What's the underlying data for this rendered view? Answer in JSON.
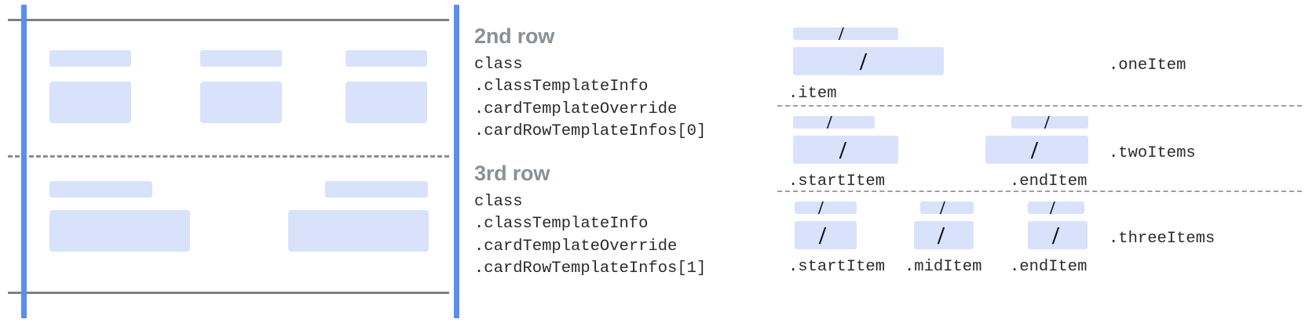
{
  "diagram": {
    "left_panel": {
      "guide_lines": {
        "vertical_color": "#5B8DEF",
        "horizontal_color": "#808080",
        "dashed_color": "#8C8C8C"
      },
      "placeholder_color": "#D8E2FB",
      "rows": [
        {
          "name": "second-row-wireframe",
          "cells": [
            {
              "label_bar": true,
              "content_box": true
            },
            {
              "label_bar": true,
              "content_box": true
            },
            {
              "label_bar": true,
              "content_box": true
            }
          ]
        },
        {
          "name": "third-row-wireframe",
          "cells": [
            {
              "label_bar": true,
              "content_box": true
            },
            {
              "label_bar": true,
              "content_box": true
            }
          ]
        }
      ]
    },
    "text_column": {
      "blocks": [
        {
          "title": "2nd row",
          "lines": [
            "class",
            ".classTemplateInfo",
            ".cardTemplateOverride",
            ".cardRowTemplateInfos[0]"
          ]
        },
        {
          "title": "3rd row",
          "lines": [
            "class",
            ".classTemplateInfo",
            ".cardTemplateOverride",
            ".cardRowTemplateInfos[1]"
          ]
        }
      ]
    },
    "variants_panel": {
      "slash_glyph": "/",
      "variants": [
        {
          "name": "oneItem",
          "row_label": ".oneItem",
          "items": [
            ".item"
          ]
        },
        {
          "name": "twoItems",
          "row_label": ".twoItems",
          "items": [
            ".startItem",
            ".endItem"
          ]
        },
        {
          "name": "threeItems",
          "row_label": ".threeItems",
          "items": [
            ".startItem",
            ".midItem",
            ".endItem"
          ]
        }
      ]
    }
  }
}
